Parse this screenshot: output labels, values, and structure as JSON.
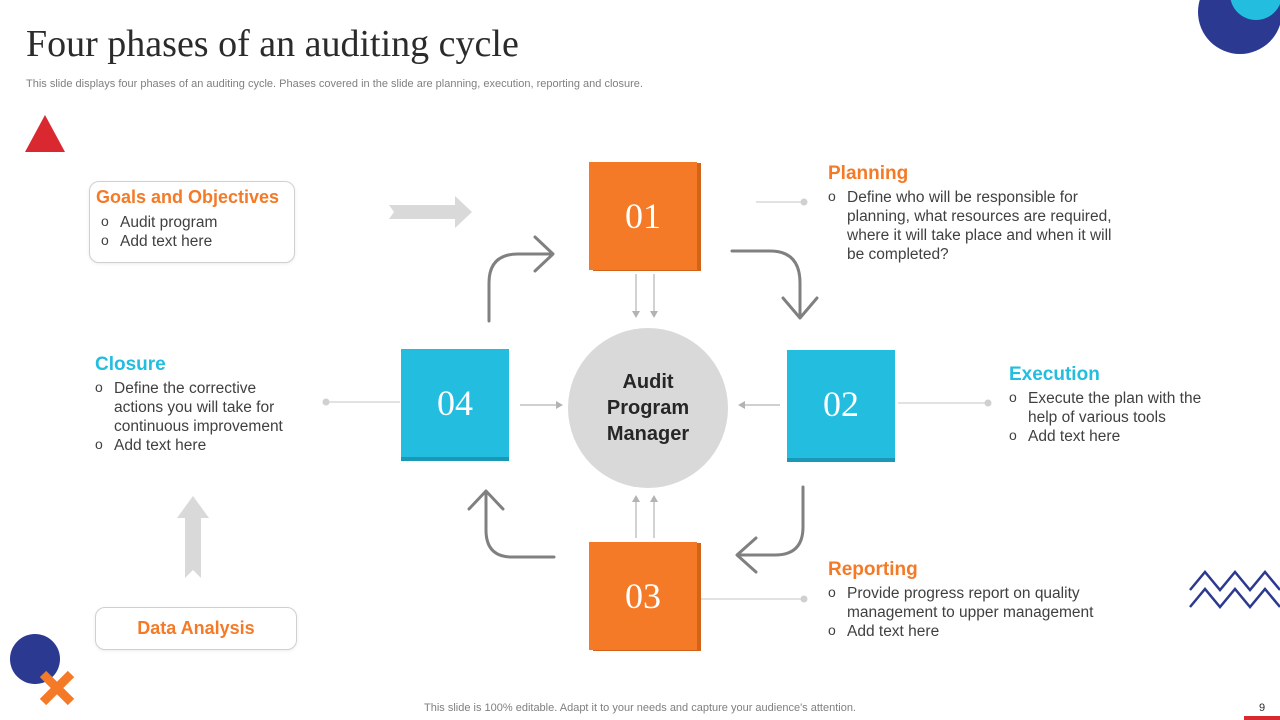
{
  "title": "Four phases of an auditing cycle",
  "subtitle": "This slide displays four phases of an auditing cycle. Phases covered in the slide are planning, execution, reporting and closure.",
  "center_label": "Audit Program Manager",
  "boxes": {
    "b1": "01",
    "b2": "02",
    "b3": "03",
    "b4": "04"
  },
  "phases": {
    "planning": {
      "title": "Planning",
      "bullets": [
        "Define who will be responsible for planning, what resources are required, where it will take place and when it will be completed?"
      ]
    },
    "execution": {
      "title": "Execution",
      "bullets": [
        "Execute the plan with the help of various tools",
        "Add text here"
      ]
    },
    "reporting": {
      "title": "Reporting",
      "bullets": [
        "Provide progress report on quality management to upper management",
        "Add text here"
      ]
    },
    "closure": {
      "title": "Closure",
      "bullets": [
        "Define the corrective actions you will take for continuous improvement",
        "Add text here"
      ]
    }
  },
  "goals": {
    "title": "Goals and Objectives",
    "bullets": [
      "Audit program",
      "Add text here"
    ]
  },
  "data_analysis": "Data Analysis",
  "footer": "This slide is 100% editable. Adapt it to your needs and capture your audience's attention.",
  "page_number": "9",
  "colors": {
    "orange": "#f47a27",
    "blue": "#23bde0",
    "navy": "#2b3990",
    "red": "#d9282f",
    "gray": "#d9d9d9"
  }
}
